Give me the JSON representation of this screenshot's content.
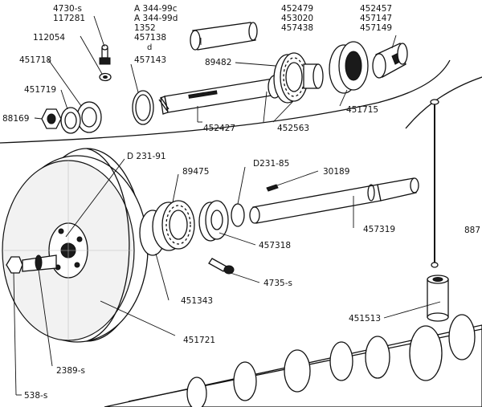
{
  "labels": {
    "p4730": "4730-s",
    "p117281": "117281",
    "p112054": "112054",
    "p451718": "451718",
    "p451719": "451719",
    "p88169": "88169",
    "pA34499c": "A 344-99c",
    "pA34499d": "A 344-99d",
    "p1352": "1352",
    "p457138": "457138",
    "pd": "d",
    "p457143": "457143",
    "p452479": "452479",
    "p453020": "453020",
    "p457438": "457438",
    "p452457": "452457",
    "p457147": "457147",
    "p457149": "457149",
    "p89482": "89482",
    "p451715": "451715",
    "p452427": "452427",
    "p452563": "452563",
    "pD23191": "D 231-91",
    "p89475": "89475",
    "pD23185": "D231-85",
    "p30189": "30189",
    "p457319": "457319",
    "p457318": "457318",
    "p4735": "4735-s",
    "p451343": "451343",
    "p451513": "451513",
    "p451721": "451721",
    "p2389": "2389-s",
    "p538": "538-s",
    "p8873": "887"
  }
}
